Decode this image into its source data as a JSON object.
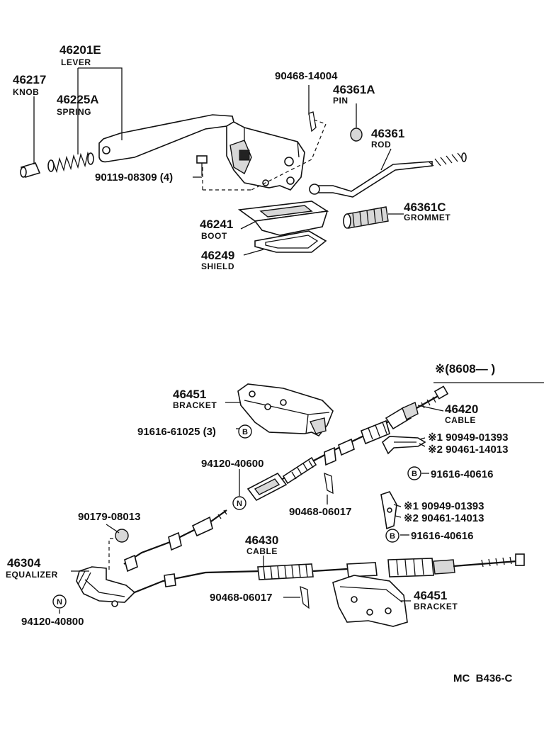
{
  "top": {
    "lever": {
      "pn": "46201E",
      "name": "LEVER"
    },
    "knob": {
      "pn": "46217",
      "name": "KNOB"
    },
    "spring": {
      "pn": "46225A",
      "name": "SPRING"
    },
    "bolt": {
      "pn": "90119-08309 (4)"
    },
    "clip": {
      "pn": "90468-14004"
    },
    "pin": {
      "pn": "46361A",
      "name": "PIN"
    },
    "rod": {
      "pn": "46361",
      "name": "ROD"
    },
    "grommet": {
      "pn": "46361C",
      "name": "GROMMET"
    },
    "boot": {
      "pn": "46241",
      "name": "BOOT"
    },
    "shield": {
      "pn": "46249",
      "name": "SHIELD"
    }
  },
  "bottom": {
    "range_label": "※(8608—      )",
    "bracket_top": {
      "pn": "46451",
      "name": "BRACKET"
    },
    "bracket_bolt": {
      "pn": "91616-61025 (3)",
      "badge": "B"
    },
    "cable_front": {
      "pn": "46420",
      "name": "CABLE"
    },
    "nut_front": {
      "pn": "94120-40600",
      "badge": "N"
    },
    "clip1_a": {
      "pn": "※1 90949-01393"
    },
    "clip1_b": {
      "pn": "※2 90461-14013"
    },
    "bolt1": {
      "pn": "91616-40616",
      "badge": "B"
    },
    "clamp_mid": {
      "pn": "90468-06017"
    },
    "clip2_a": {
      "pn": "※1 90949-01393"
    },
    "clip2_b": {
      "pn": "※2 90461-14013"
    },
    "bolt2": {
      "pn": "91616-40616",
      "badge": "B"
    },
    "cushion": {
      "pn": "90179-08013"
    },
    "equalizer": {
      "pn": "46304",
      "name": "EQUALIZER"
    },
    "cable_rear": {
      "pn": "46430",
      "name": "CABLE"
    },
    "clamp_low": {
      "pn": "90468-06017"
    },
    "bracket_low": {
      "pn": "46451",
      "name": "BRACKET"
    },
    "nut_eq": {
      "pn": "94120-40800",
      "badge": "N"
    }
  },
  "code": "MC  B436-C"
}
